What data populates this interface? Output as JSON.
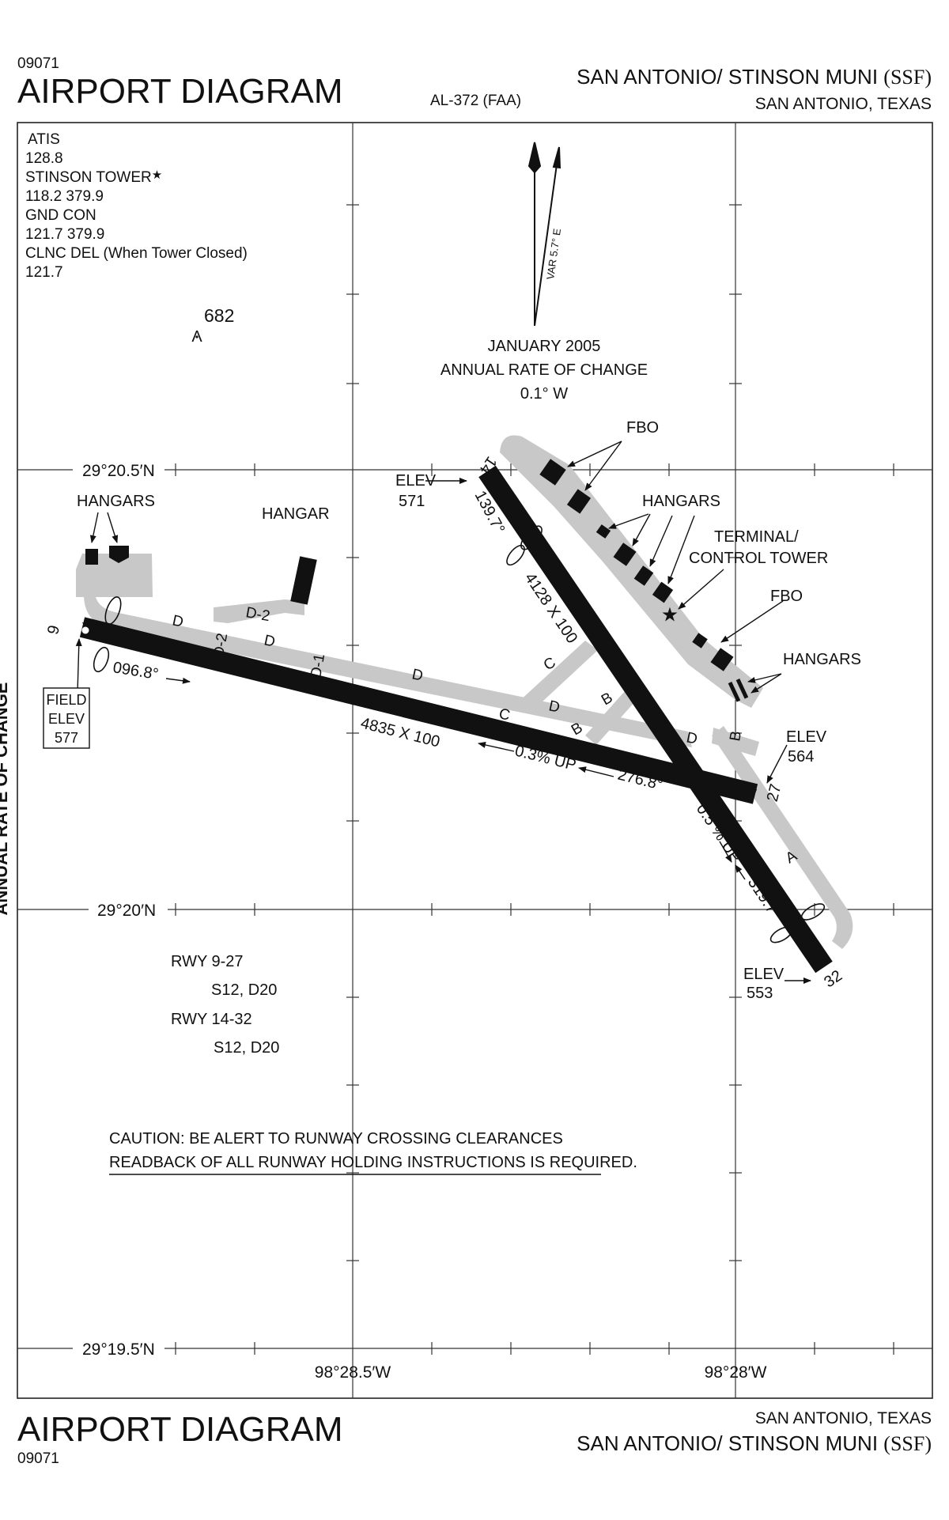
{
  "header": {
    "chart_number": "09071",
    "title": "AIRPORT DIAGRAM",
    "procedure_id": "AL-372 (FAA)",
    "airport_name": "SAN ANTONIO/ STINSON MUNI",
    "airport_id": "(SSF)",
    "city_state": "SAN ANTONIO, TEXAS"
  },
  "footer": {
    "title": "AIRPORT DIAGRAM",
    "chart_number": "09071",
    "city_state": "SAN ANTONIO, TEXAS",
    "airport_name": "SAN ANTONIO/ STINSON  MUNI",
    "airport_id": "(SSF)"
  },
  "side_text": "ANNUAL RATE OF CHANGE",
  "frequencies": [
    "ATIS",
    "128.8",
    "STINSON TOWER",
    "118.2  379.9",
    "GND CON",
    "121.7 379.9",
    "CLNC DEL (When Tower Closed)",
    "121.7"
  ],
  "tower_star": "★",
  "obstacle": {
    "symbol": "Λ",
    "height": "682"
  },
  "magnetic": {
    "variation": "VAR 5.7° E",
    "date": "JANUARY 2005",
    "rate_label": "ANNUAL RATE OF CHANGE",
    "rate_value": "0.1°  W"
  },
  "coordinates": {
    "lat_top": "29°20.5′N",
    "lat_mid": "29°20′N",
    "lat_bottom": "29°19.5′N",
    "lon_left": "98°28.5′W",
    "lon_right": "98°28′W"
  },
  "labels": {
    "hangars_left": "HANGARS",
    "hangar": "HANGAR",
    "fbo_top": "FBO",
    "hangars_mid": "HANGARS",
    "terminal_1": "TERMINAL/",
    "terminal_2": "CONTROL TOWER",
    "fbo_right": "FBO",
    "hangars_right": "HANGARS"
  },
  "elevations": {
    "elev_word": "ELEV",
    "rwy14": "571",
    "rwy27": "564",
    "rwy32": "553",
    "field_1": "FIELD",
    "field_2": "ELEV",
    "field_3": "577"
  },
  "runways": {
    "rwy9_number": "9",
    "rwy27_number": "27",
    "rwy14_number": "14",
    "rwy32_number": "32",
    "rwy9_heading": "096.8°",
    "rwy27_heading": "276.8°",
    "rwy14_heading": "139.7°",
    "rwy32_heading": "319.7°",
    "rwy9_27_dims": "4835 X 100",
    "rwy14_32_dims": "4128 X 100",
    "rwy9_27_gradient": "0.3% UP",
    "rwy14_32_gradient": "0.5 % UP"
  },
  "taxiways": {
    "d": "D",
    "d2": "D-2",
    "d1": "D-1",
    "c": "C",
    "b": "B",
    "a": "A"
  },
  "strength": [
    "RWY 9-27",
    "S12, D20",
    "RWY 14-32",
    "S12, D20"
  ],
  "caution": {
    "line1": "CAUTION: BE ALERT TO RUNWAY CROSSING CLEARANCES",
    "line2": "READBACK OF ALL RUNWAY HOLDING INSTRUCTIONS IS REQUIRED."
  }
}
